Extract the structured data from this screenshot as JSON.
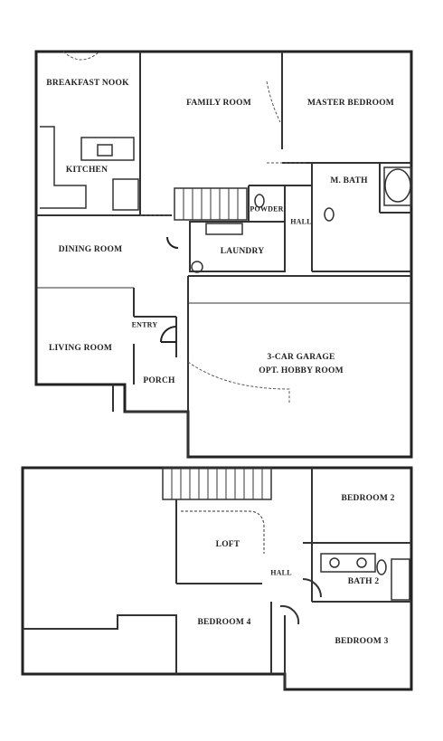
{
  "plan": {
    "first_floor": {
      "rooms": {
        "breakfast_nook": "BREAKFAST NOOK",
        "family_room": "FAMILY ROOM",
        "master_bedroom": "MASTER BEDROOM",
        "kitchen": "KITCHEN",
        "m_bath": "M. BATH",
        "powder": "POWDER",
        "hall": "HALL",
        "dining_room": "DINING ROOM",
        "laundry": "LAUNDRY",
        "entry": "ENTRY",
        "living_room": "LIVING ROOM",
        "porch": "PORCH",
        "garage_line1": "3-CAR GARAGE",
        "garage_line2": "OPT. HOBBY ROOM"
      }
    },
    "second_floor": {
      "rooms": {
        "bedroom_2": "BEDROOM 2",
        "loft": "LOFT",
        "hall": "HALL",
        "bath_2": "BATH 2",
        "bedroom_4": "BEDROOM 4",
        "bedroom_3": "BEDROOM 3"
      }
    }
  }
}
